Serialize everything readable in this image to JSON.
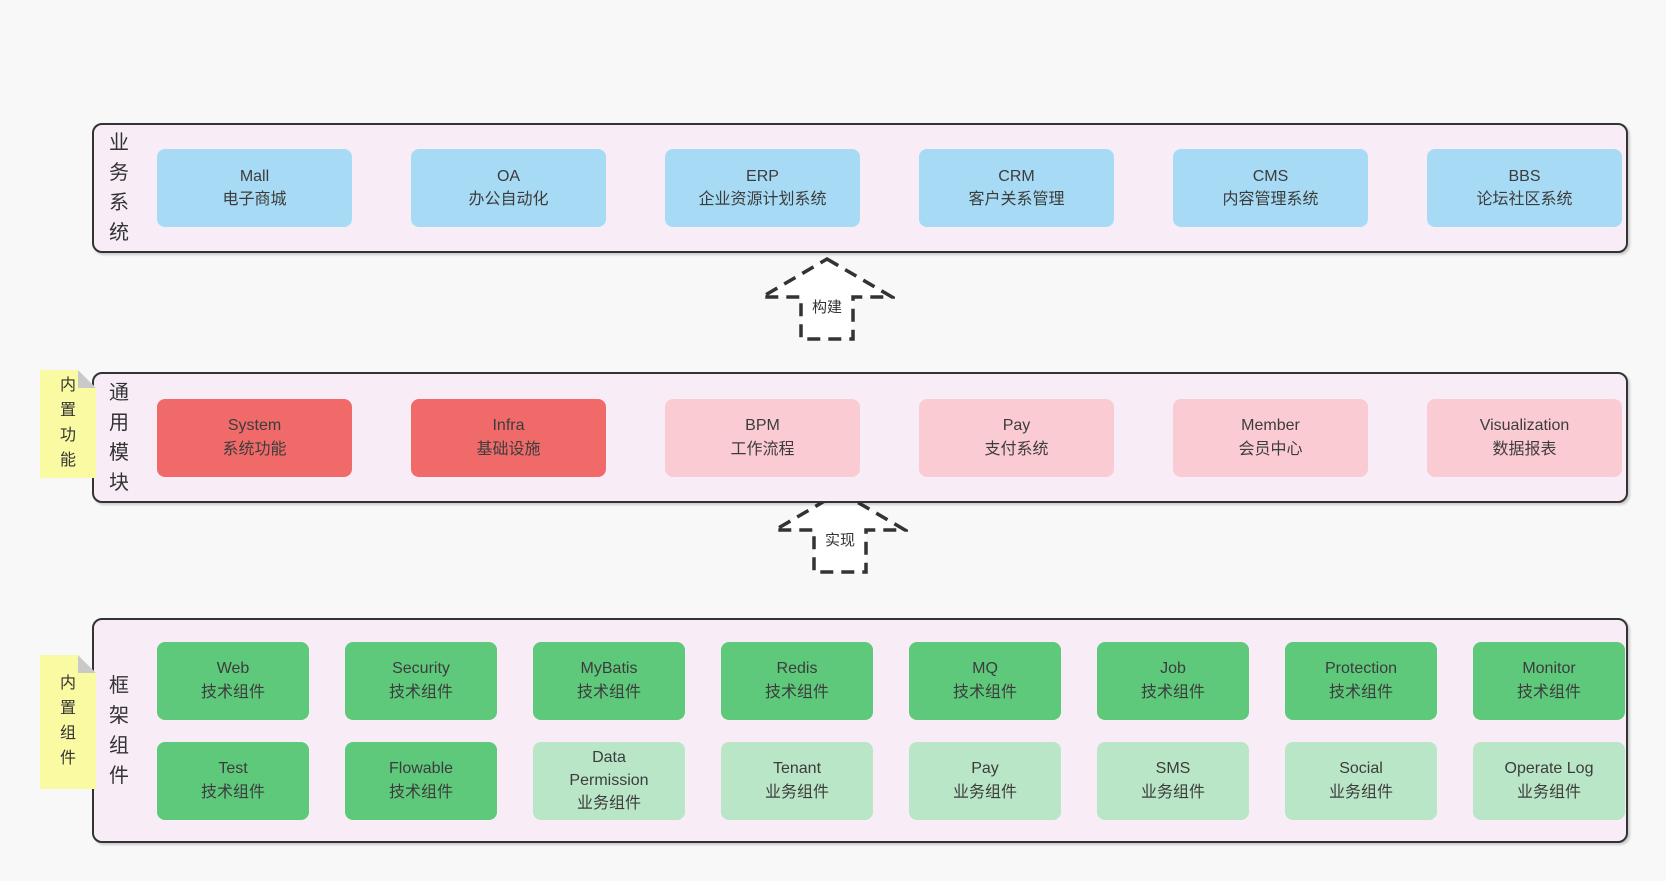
{
  "colors": {
    "page_bg": "#f8f8f8",
    "band_bg": "#f8edf7",
    "band_border": "#333333",
    "blue_box": "#a7dbf5",
    "red_box": "#f06a6a",
    "pink_box": "#fbcbd4",
    "green_dark_box": "#5ec97b",
    "green_light_box": "#b9e6c6",
    "sticky_yellow": "#fafaa3",
    "sticky_fold_gray": "#c9c9c9",
    "text": "#3c3c3c"
  },
  "arrows": [
    {
      "label": "构建"
    },
    {
      "label": "实现"
    }
  ],
  "bands": [
    {
      "label": "业务系统",
      "boxes": [
        {
          "name": "Mall",
          "desc": "电子商城"
        },
        {
          "name": "OA",
          "desc": "办公自动化"
        },
        {
          "name": "ERP",
          "desc": "企业资源计划系统"
        },
        {
          "name": "CRM",
          "desc": "客户关系管理"
        },
        {
          "name": "CMS",
          "desc": "内容管理系统"
        },
        {
          "name": "BBS",
          "desc": "论坛社区系统"
        }
      ]
    },
    {
      "label": "通用模块",
      "sticky": "内置功能",
      "boxes": [
        {
          "name": "System",
          "desc": "系统功能"
        },
        {
          "name": "Infra",
          "desc": "基础设施"
        },
        {
          "name": "BPM",
          "desc": "工作流程"
        },
        {
          "name": "Pay",
          "desc": "支付系统"
        },
        {
          "name": "Member",
          "desc": "会员中心"
        },
        {
          "name": "Visualization",
          "desc": "数据报表"
        }
      ]
    },
    {
      "label": "框架组件",
      "sticky": "内置组件",
      "row1": [
        {
          "name": "Web",
          "desc": "技术组件"
        },
        {
          "name": "Security",
          "desc": "技术组件"
        },
        {
          "name": "MyBatis",
          "desc": "技术组件"
        },
        {
          "name": "Redis",
          "desc": "技术组件"
        },
        {
          "name": "MQ",
          "desc": "技术组件"
        },
        {
          "name": "Job",
          "desc": "技术组件"
        },
        {
          "name": "Protection",
          "desc": "技术组件"
        },
        {
          "name": "Monitor",
          "desc": "技术组件"
        }
      ],
      "row2": [
        {
          "name": "Test",
          "desc": "技术组件"
        },
        {
          "name": "Flowable",
          "desc": "技术组件"
        },
        {
          "name": "Data Permission",
          "desc": "业务组件"
        },
        {
          "name": "Tenant",
          "desc": "业务组件"
        },
        {
          "name": "Pay",
          "desc": "业务组件"
        },
        {
          "name": "SMS",
          "desc": "业务组件"
        },
        {
          "name": "Social",
          "desc": "业务组件"
        },
        {
          "name": "Operate Log",
          "desc": "业务组件"
        }
      ]
    }
  ]
}
